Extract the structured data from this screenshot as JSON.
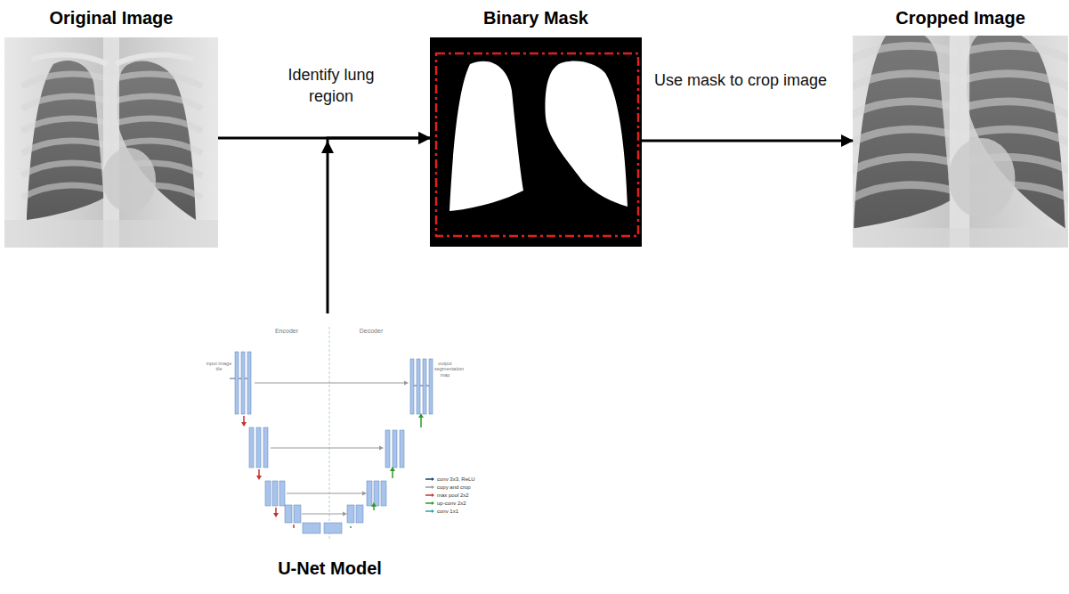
{
  "diagram": {
    "nodes": [
      {
        "text": [
          "Original Image"
        ]
      },
      {
        "text": [
          "Binary Mask"
        ]
      },
      {
        "text": [
          "Cropped Image"
        ]
      },
      {
        "text": [
          "U-Net Model"
        ]
      }
    ],
    "edges": [
      {
        "from": 0,
        "to": 1,
        "arrow": "to",
        "label": "Identify lung region"
      },
      {
        "from": 1,
        "to": 2,
        "arrow": "to",
        "label": "Use mask to crop image"
      },
      {
        "from": 3,
        "to": 1,
        "arrow": "to"
      }
    ],
    "labels": [
      "Encoder",
      "Decoder",
      "input image tile",
      "output segmentation map"
    ],
    "legend": [
      {
        "text": "conv 3x3, ReLU"
      },
      {
        "text": "copy and crop"
      },
      {
        "text": "max pool 2x2"
      },
      {
        "text": "up-conv 2x2"
      },
      {
        "text": "conv 1x1"
      }
    ]
  }
}
